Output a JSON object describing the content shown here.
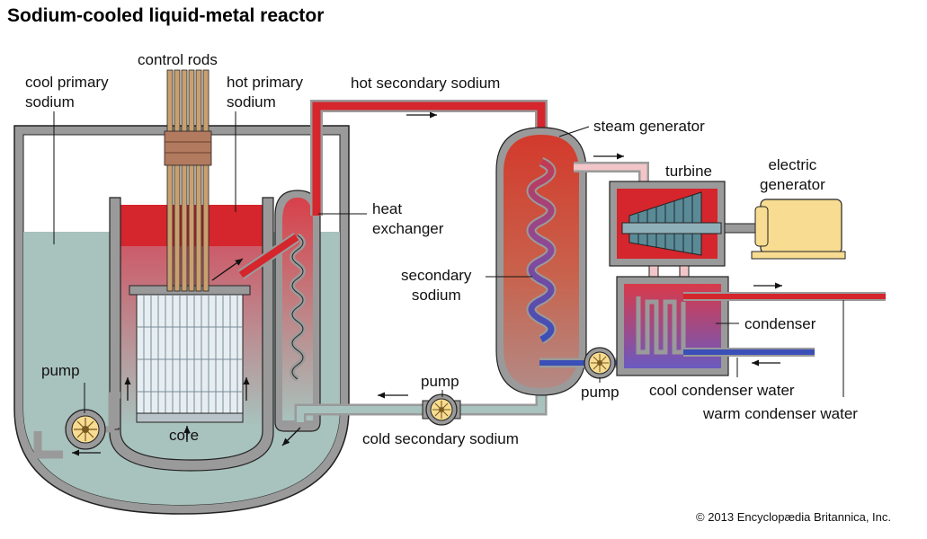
{
  "title": "Sodium-cooled liquid-metal reactor",
  "labels": {
    "control_rods": "control rods",
    "cool_primary_sodium": [
      "cool primary",
      "sodium"
    ],
    "hot_primary_sodium": [
      "hot primary",
      "sodium"
    ],
    "hot_secondary_sodium": "hot secondary sodium",
    "steam_generator": "steam generator",
    "turbine": "turbine",
    "electric_generator": [
      "electric",
      "generator"
    ],
    "heat_exchanger": [
      "heat",
      "exchanger"
    ],
    "secondary_sodium": [
      "secondary",
      "sodium"
    ],
    "condenser": "condenser",
    "pump_reactor": "pump",
    "pump_secondary": "pump",
    "pump_feed": "pump",
    "core": "core",
    "cold_secondary_sodium": "cold secondary sodium",
    "cool_condenser_water": "cool condenser water",
    "warm_condenser_water": "warm condenser water"
  },
  "copyright": "© 2013 Encyclopædia Britannica, Inc.",
  "colors": {
    "hot_sodium": "#d4262c",
    "cool_sodium": "#a8c2bd",
    "vessel_wall": "#9a9a9a",
    "outline": "#222222",
    "generator": "#f7dc91",
    "cool_water": "#3b4fb8",
    "steam": "#f2c6c8"
  }
}
